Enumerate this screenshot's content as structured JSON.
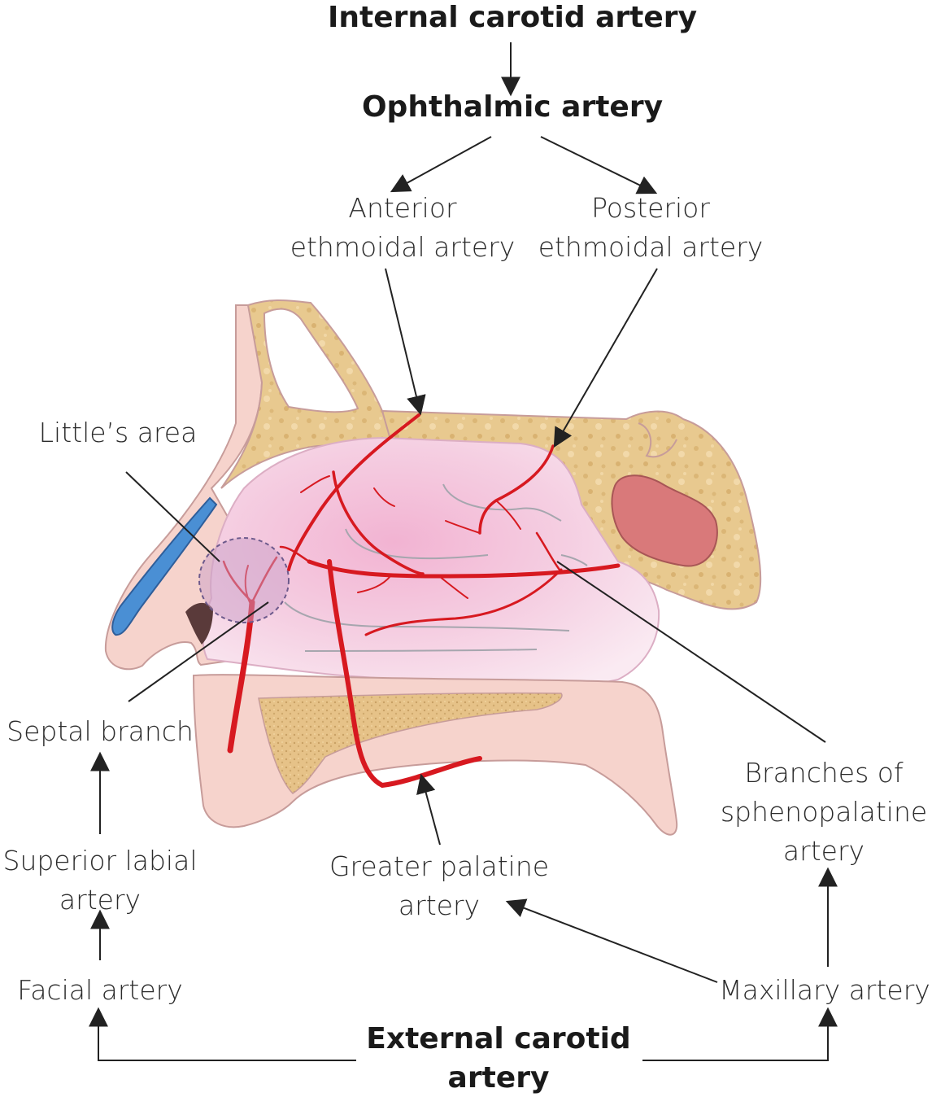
{
  "labels": {
    "internal_carotid": "Internal carotid artery",
    "ophthalmic": "Ophthalmic artery",
    "anterior_ethmoidal": [
      "Anterior",
      "ethmoidal artery"
    ],
    "posterior_ethmoidal": [
      "Posterior",
      "ethmoidal artery"
    ],
    "littles_area": "Little’s area",
    "septal_branch": "Septal branch",
    "superior_labial": [
      "Superior labial",
      "artery"
    ],
    "facial": "Facial artery",
    "external_carotid": [
      "External carotid",
      "artery"
    ],
    "greater_palatine": [
      "Greater palatine",
      "artery"
    ],
    "sphenopalatine": [
      "Branches of",
      "sphenopalatine",
      "artery"
    ],
    "maxillary": "Maxillary artery"
  },
  "colors": {
    "artery_red": "#d71920",
    "bone_tan": "#e8c98f",
    "soft_tissue_pink": "#f6d3cc",
    "mucosa_pink": "#f3c9dc",
    "sinus_red": "#d9797a",
    "cartilage_blue": "#4a8fd4",
    "littles_area_purple": "#c9a0c8",
    "text": "#2b2b2b"
  }
}
